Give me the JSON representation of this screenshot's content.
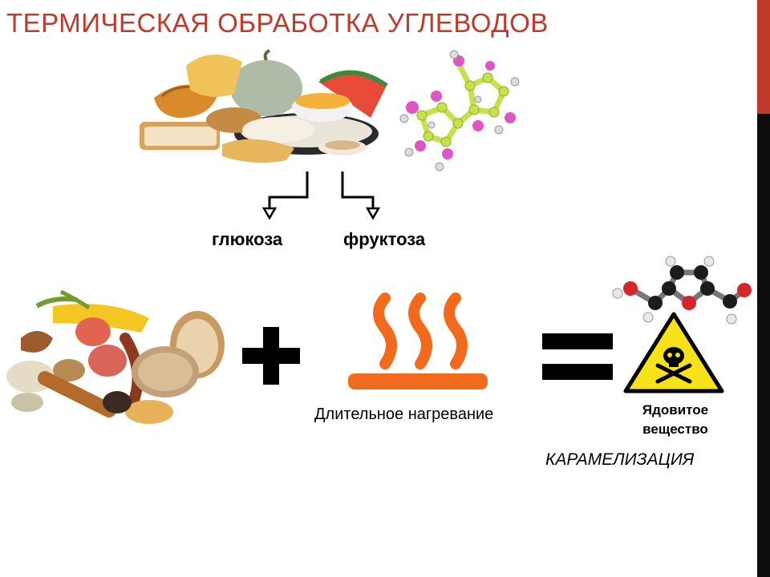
{
  "slide": {
    "title": "ТЕРМИЧЕСКАЯ ОБРАБОТКА УГЛЕВОДОВ",
    "labels": {
      "glucose": "глюкоза",
      "fructose": "фруктоза",
      "heating": "Длительное нагревание",
      "poison_line1": "Ядовитое",
      "poison_line2": "вещество",
      "caramelization": "КАРАМЕЛИЗАЦИЯ"
    },
    "colors": {
      "title": "#c0392b",
      "heat": "#f26a1b",
      "warning_yellow": "#f7e11b",
      "accent_bar": "#c0392b"
    },
    "icons": [
      "carb-foods-photo",
      "sugar-molecule",
      "grains-vegetables-photo",
      "plus-icon",
      "heat-icon",
      "equals-icon",
      "furan-molecule",
      "toxic-warning-icon"
    ]
  }
}
